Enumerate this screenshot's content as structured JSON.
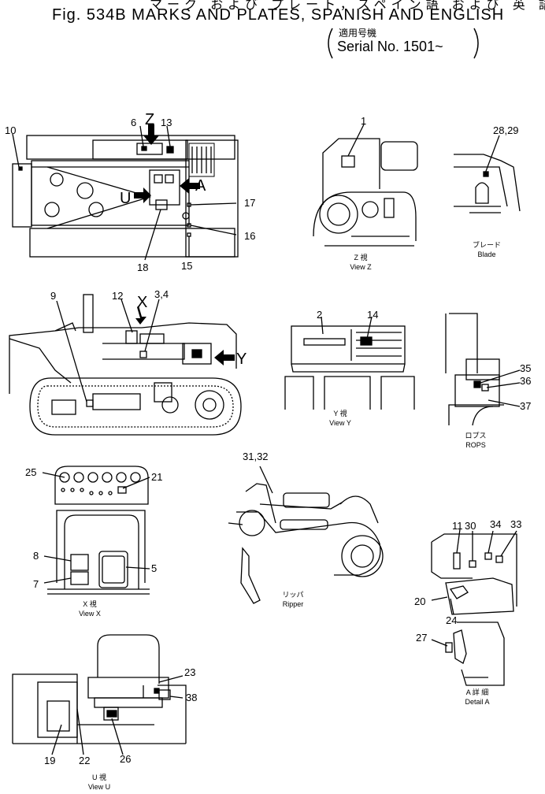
{
  "header": {
    "title_ja": "マーク および プレート，スペイン語 および 英 語",
    "title_en": "Fig. 534B MARKS AND PLATES, SPANISH AND ENGLISH",
    "serial_ja": "適用号機",
    "serial_en": "Serial No. 1501~"
  },
  "views": {
    "view_z_ja": "Z 視",
    "view_z_en": "View Z",
    "blade_ja": "ブレード",
    "blade_en": "Blade",
    "view_y_ja": "Y 視",
    "view_y_en": "View Y",
    "rops_ja": "ロプス",
    "rops_en": "ROPS",
    "view_x_ja": "X 視",
    "view_x_en": "View X",
    "ripper_ja": "リッパ",
    "ripper_en": "Ripper",
    "detail_a_ja": "A 詳 細",
    "detail_a_en": "Detail A",
    "view_u_ja": "U 視",
    "view_u_en": "View U"
  },
  "arrow_letters": {
    "z": "Z",
    "a": "A",
    "u": "U",
    "x": "X",
    "y": "Y"
  },
  "callouts": {
    "c1": "1",
    "c2": "2",
    "c3_4": "3,4",
    "c5": "5",
    "c6": "6",
    "c7": "7",
    "c8": "8",
    "c9": "9",
    "c10": "10",
    "c11": "11",
    "c12": "12",
    "c13": "13",
    "c14": "14",
    "c15": "15",
    "c16": "16",
    "c17": "17",
    "c18": "18",
    "c19": "19",
    "c20": "20",
    "c21": "21",
    "c22": "22",
    "c23": "23",
    "c24": "24",
    "c25": "25",
    "c26": "26",
    "c27": "27",
    "c28_29": "28,29",
    "c30": "30",
    "c31_32": "31,32",
    "c33": "33",
    "c34": "34",
    "c35": "35",
    "c36": "36",
    "c37": "37",
    "c38": "38"
  }
}
